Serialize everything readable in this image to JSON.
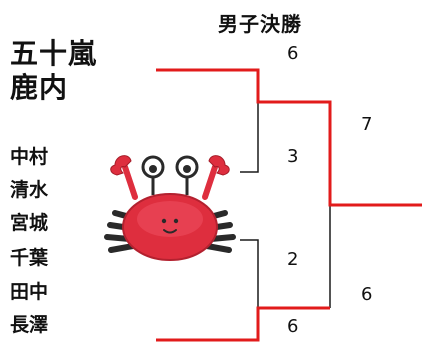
{
  "title": "男子決勝",
  "teams": {
    "top": [
      "五十嵐",
      "鹿内"
    ],
    "middle": [
      "中村",
      "清水",
      "宮城"
    ],
    "bottom": [
      "千葉",
      "田中",
      "長澤"
    ]
  },
  "scores": {
    "top_team": "6",
    "middle_team": "3",
    "semi_winner_top": "7",
    "lower_team": "2",
    "bottom_team": "6",
    "semi_winner_bottom": "6"
  },
  "colors": {
    "winner_line": "#e21b1b",
    "loser_line": "#1a1a1a"
  },
  "mascot": {
    "icon": "crab-icon"
  }
}
